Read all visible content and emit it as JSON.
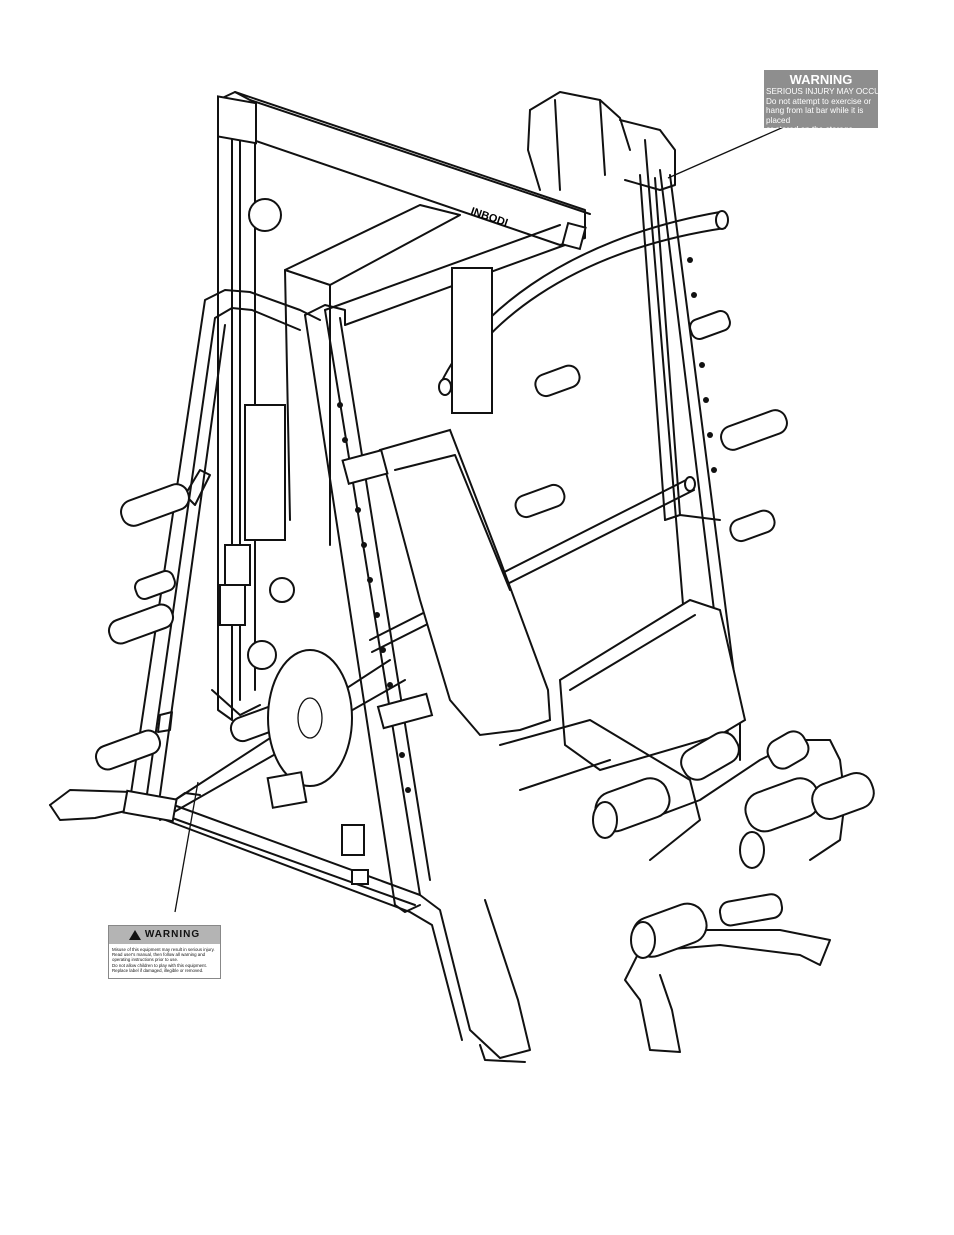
{
  "warning_label_top": {
    "title": "WARNING",
    "subtitle": "SERIOUS INJURY MAY OCCUR",
    "text": "Do not attempt to exercise or\nhang from lat bar while it is placed\nor stored on the storage hooks."
  },
  "warning_label_bottom": {
    "title": "WARNING",
    "text": "Misuse of this equipment may result in serious injury.\nRead user's manual, then follow all warning and\noperating instructions prior to use.\nDo not allow children to play with this equipment.\nReplace label if damaged, illegible or removed."
  },
  "brand_mark": "INBODI"
}
